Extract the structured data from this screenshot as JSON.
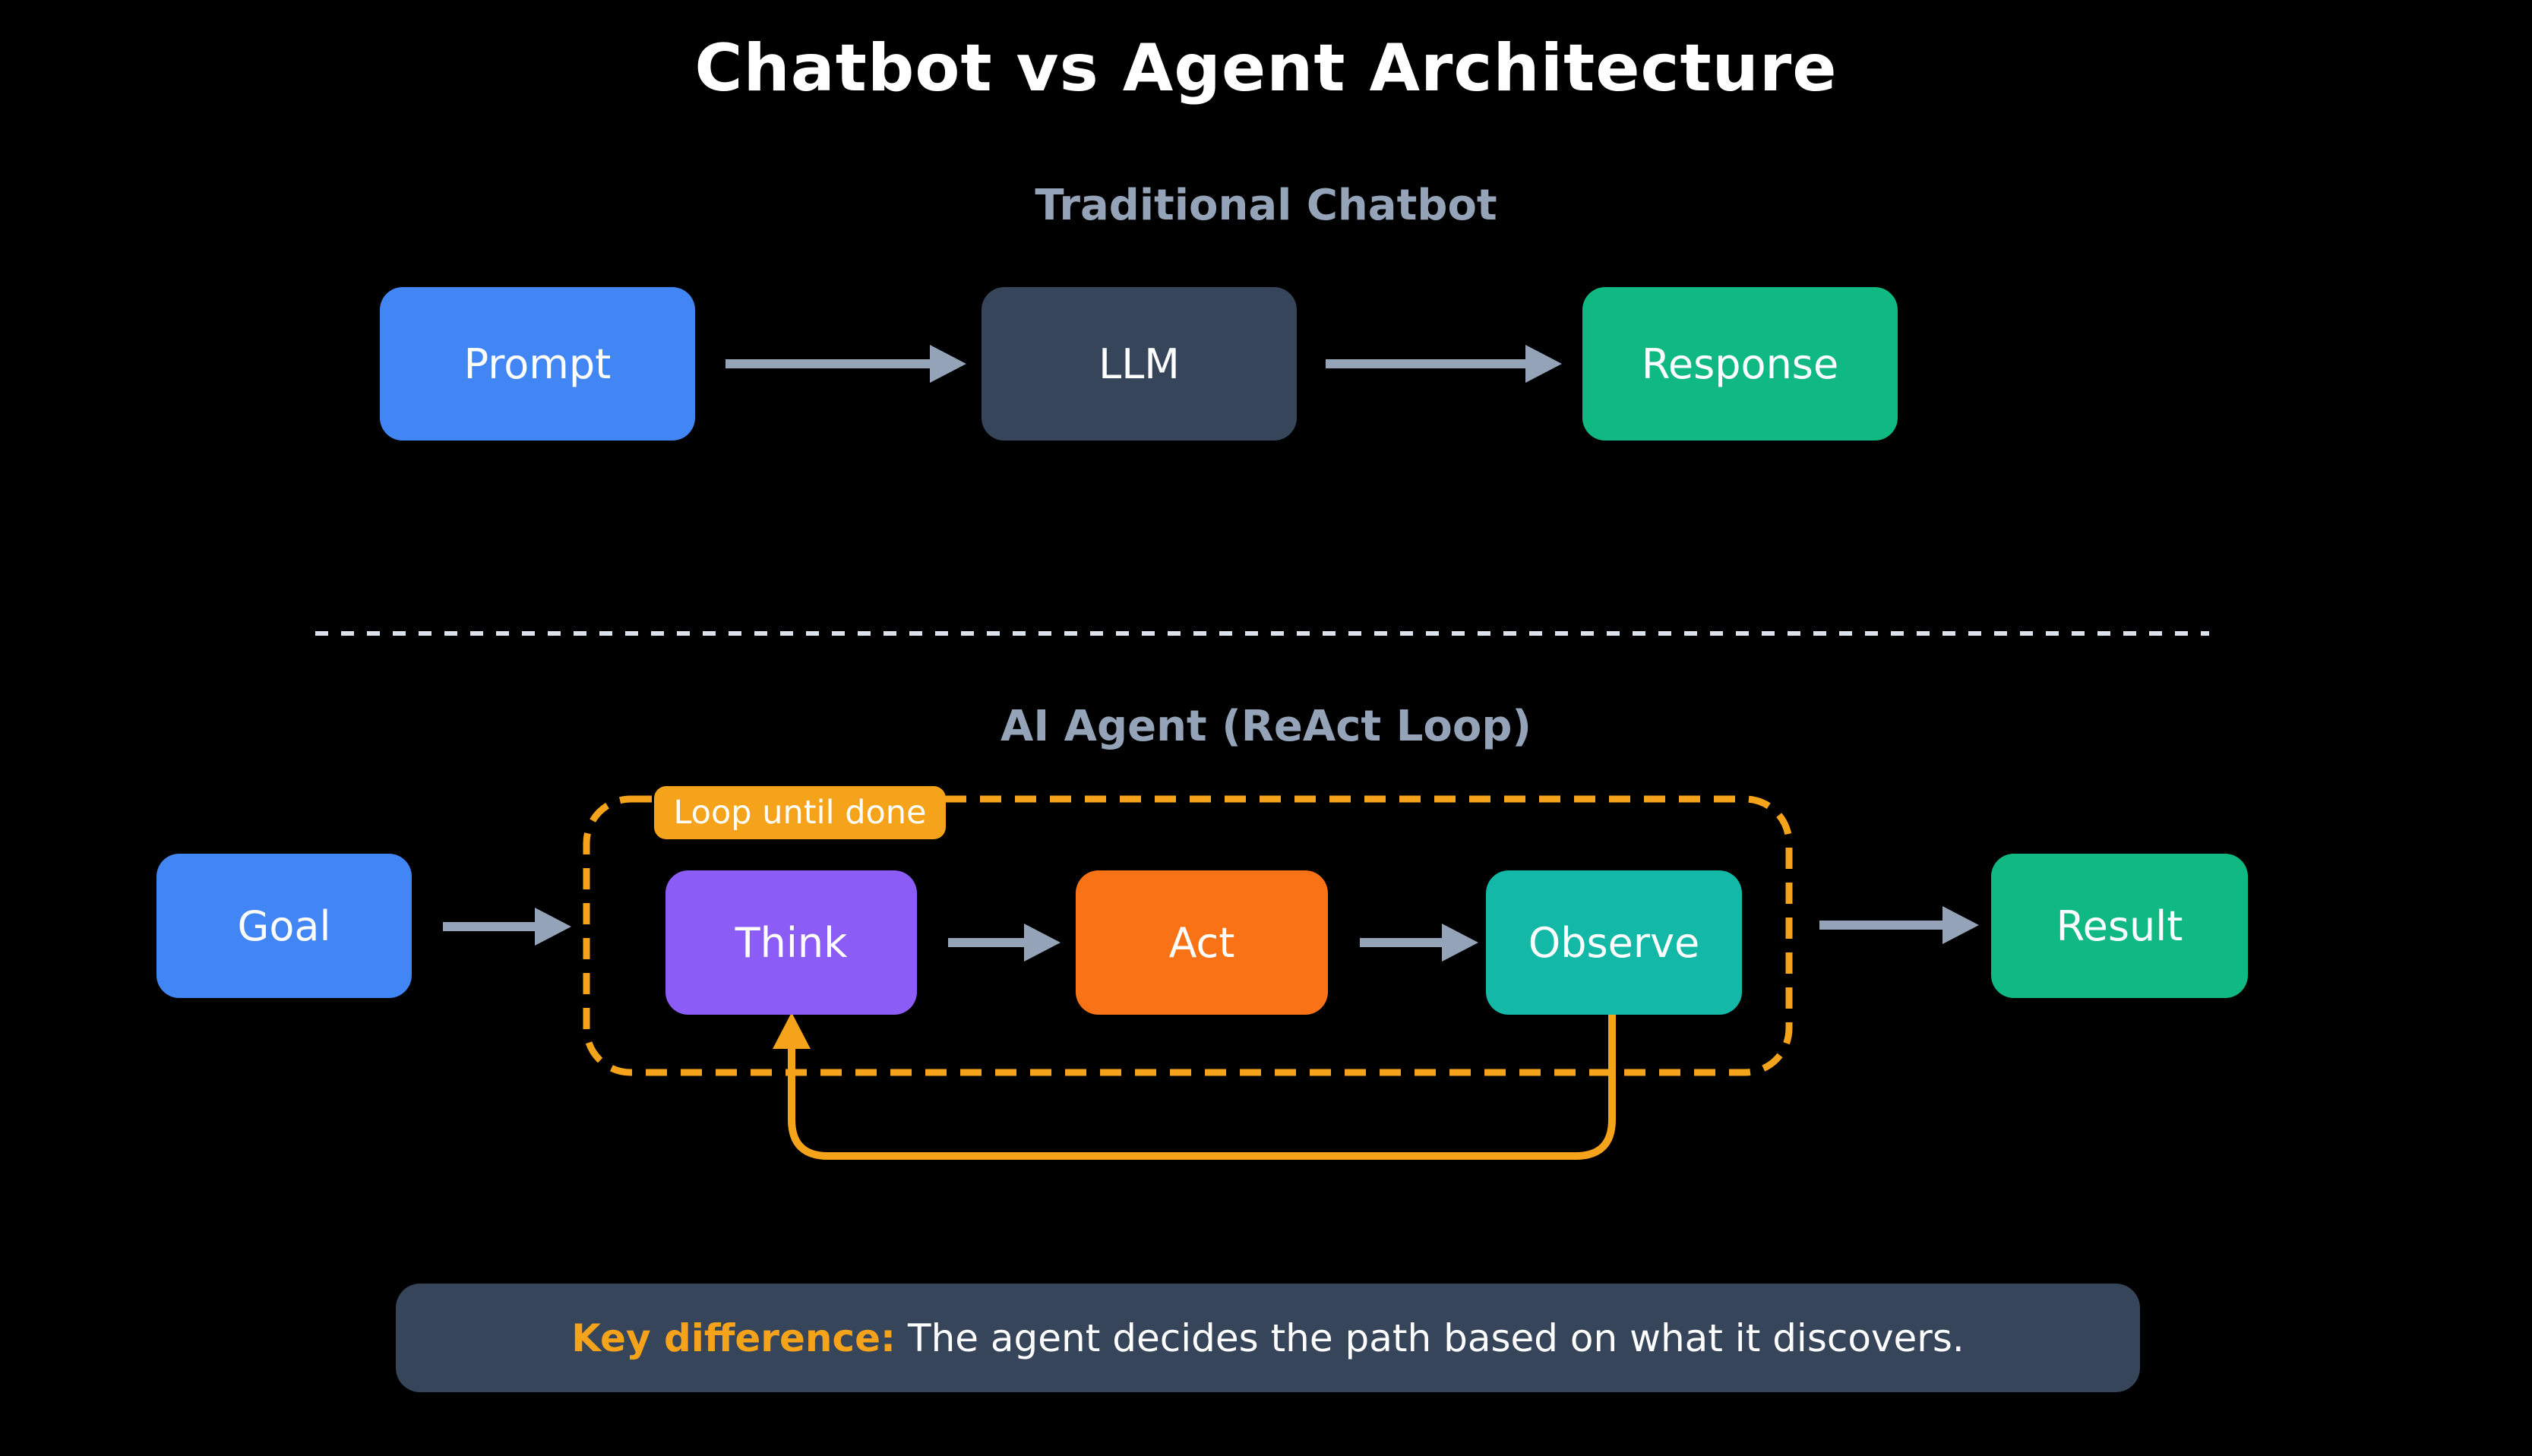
{
  "title": "Chatbot vs Agent Architecture",
  "colors": {
    "background": "#000000",
    "title_text": "#ffffff",
    "heading_text": "#94a3b8",
    "node_text": "#ffffff",
    "arrow_gray": "#94a3b8",
    "divider": "#dbe2ec",
    "blue": "#4285f4",
    "dark_slate": "#36455a",
    "green": "#10b981",
    "purple": "#8b5cf6",
    "orange": "#f97316",
    "teal": "#14b8a6",
    "amber": "#f5a31b",
    "footer_bg": "#36455a",
    "footer_highlight": "#f5a31b"
  },
  "chatbot_flow": {
    "heading": "Traditional Chatbot",
    "nodes": {
      "prompt": "Prompt",
      "llm": "LLM",
      "response": "Response"
    }
  },
  "agent_flow": {
    "heading": "AI Agent (ReAct Loop)",
    "loop_badge": "Loop until done",
    "nodes": {
      "goal": "Goal",
      "think": "Think",
      "act": "Act",
      "observe": "Observe",
      "result": "Result"
    }
  },
  "footer": {
    "highlight": "Key difference:",
    "text": "The agent decides the path based on what it discovers."
  }
}
